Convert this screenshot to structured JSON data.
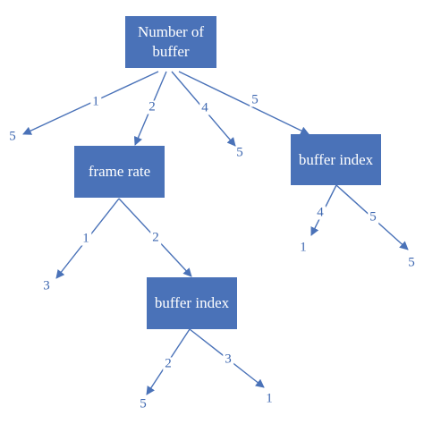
{
  "colors": {
    "node_fill": "#4a72b8",
    "edge": "#4a72b8",
    "label": "#3d67b0"
  },
  "nodes": {
    "root": {
      "text": "Number of buffer"
    },
    "frame_rate": {
      "text": "frame rate"
    },
    "buffer_index_right": {
      "text": "buffer index"
    },
    "buffer_index_lower": {
      "text": "buffer index"
    }
  },
  "edges": {
    "root_to_leaf_5": {
      "label": "1",
      "leaf": "5"
    },
    "root_to_frame_rate": {
      "label": "2"
    },
    "root_to_leaf_5b": {
      "label": "4",
      "leaf": "5"
    },
    "root_to_buffer_index": {
      "label": "5"
    },
    "frame_rate_to_leaf_3": {
      "label": "1",
      "leaf": "3"
    },
    "frame_rate_to_buffer_index": {
      "label": "2"
    },
    "buffer_index_right_to_leaf_1": {
      "label": "4",
      "leaf": "1"
    },
    "buffer_index_right_to_leaf_5": {
      "label": "5",
      "leaf": "5"
    },
    "buffer_index_lower_to_leaf_5": {
      "label": "2",
      "leaf": "5"
    },
    "buffer_index_lower_to_leaf_1": {
      "label": "3",
      "leaf": "1"
    }
  }
}
